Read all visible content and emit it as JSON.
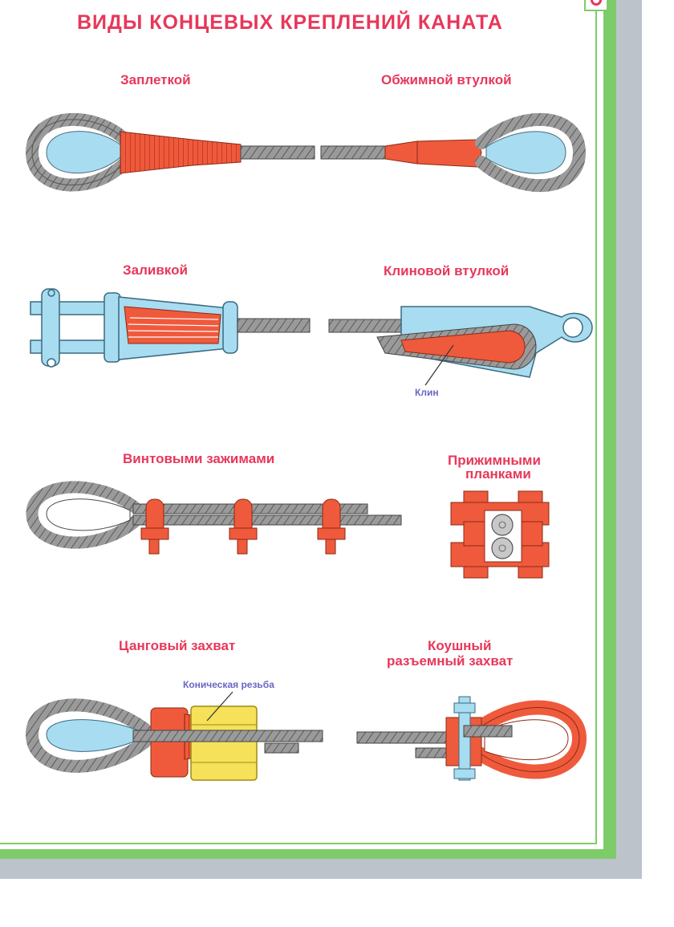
{
  "title": "ВИДЫ КОНЦЕВЫХ КРЕПЛЕНИЙ КАНАТА",
  "methods": {
    "splice": "Заплеткой",
    "crimp_sleeve": "Обжимной втулкой",
    "pouring": "Заливкой",
    "wedge_sleeve": "Клиновой втулкой",
    "screw_clamps": "Винтовыми зажимами",
    "press_plates_line1": "Прижимными",
    "press_plates_line2": "планками",
    "collet_grip": "Цанговый захват",
    "thimble_split_line1": "Коушный",
    "thimble_split_line2": "разъемный захват"
  },
  "annotations": {
    "wedge": "Клин",
    "conical_thread": "Коническая резьба"
  },
  "colors": {
    "accent": "#e8375a",
    "part_red": "#ef5a3c",
    "thimble_blue": "#a8dcf0",
    "rope_gray": "#8a8a8a",
    "frame_green": "#7ecb6a",
    "nut_yellow": "#f5e15a",
    "note_violet": "#6a66c4"
  }
}
